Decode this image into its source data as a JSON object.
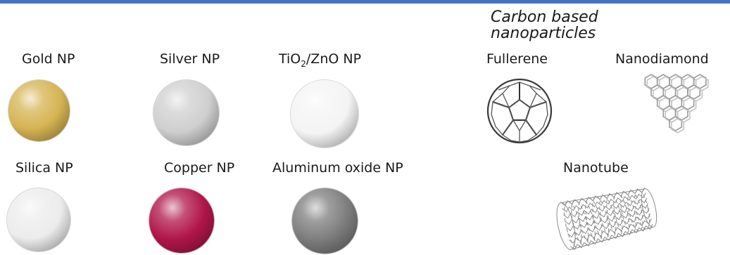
{
  "heading": {
    "line1": "Carbon based",
    "line2": "nanoparticles"
  },
  "labels": {
    "gold": "Gold NP",
    "silver": "Silver NP",
    "tio2_a": "TiO",
    "tio2_sub": "2",
    "tio2_b": "/ZnO NP",
    "fullerene": "Fullerene",
    "nanodiamond": "Nanodiamond",
    "silica": "Silica NP",
    "copper": "Copper NP",
    "alumina": "Aluminum oxide NP",
    "nanotube": "Nanotube"
  },
  "colors": {
    "rule": "#4472c4",
    "gold": "#d6b453",
    "silver": "#cfcfcf",
    "tio2": "#f4f4f4",
    "silica": "#ececec",
    "copper": "#b0154a",
    "alumina": "#7d7d7d"
  }
}
